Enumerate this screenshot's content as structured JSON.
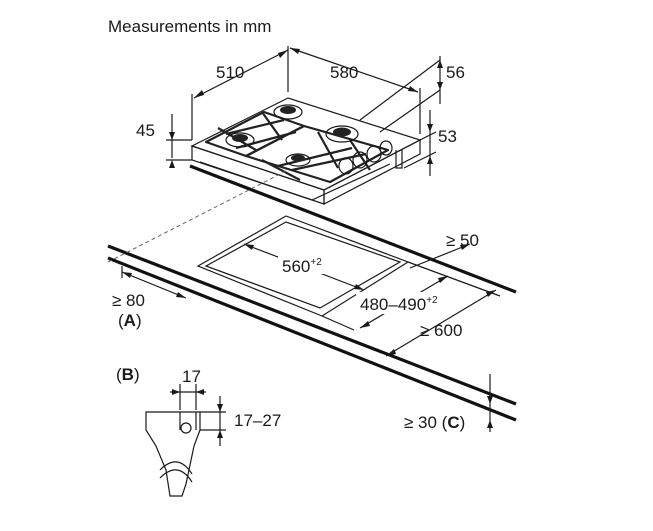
{
  "title": "Measurements in mm",
  "dims": {
    "width": "580",
    "depth": "510",
    "top_height": "45",
    "side_offset": "56",
    "knob_height": "53",
    "cutout_width": "560",
    "cutout_width_tol": "+2",
    "cutout_depth": "480–490",
    "cutout_depth_tol": "+2",
    "rear_clearance": "≥ 50",
    "side_clearance": "≥ 80",
    "front_depth": "≥ 600",
    "bottom_clearance": "≥ 30 (",
    "detail_width": "17",
    "detail_thickness": "17–27"
  },
  "markers": {
    "a_open": "(",
    "a": "A",
    "a_close": ")",
    "b_open": "(",
    "b": "B",
    "b_close": ")",
    "c": "C",
    "c_close": ")"
  }
}
